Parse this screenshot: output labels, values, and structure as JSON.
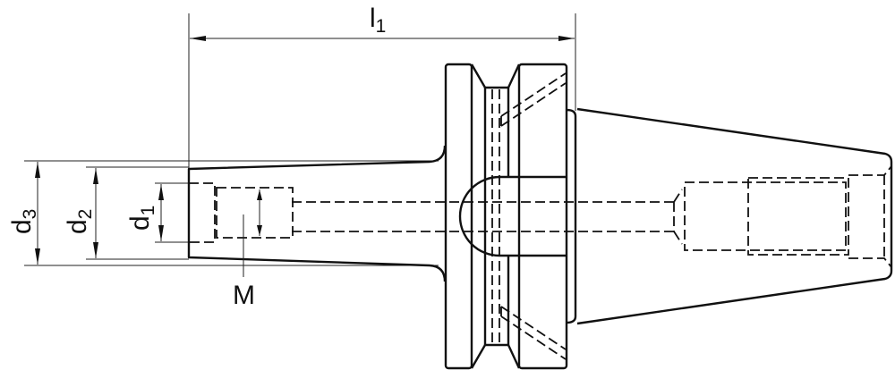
{
  "drawing": {
    "line_color": "#111111",
    "dimensions": {
      "l1": {
        "main": "l",
        "sub": "1"
      },
      "d1": {
        "main": "d",
        "sub": "1"
      },
      "d2": {
        "main": "d",
        "sub": "2"
      },
      "d3": {
        "main": "d",
        "sub": "3"
      },
      "thread": "M"
    }
  }
}
